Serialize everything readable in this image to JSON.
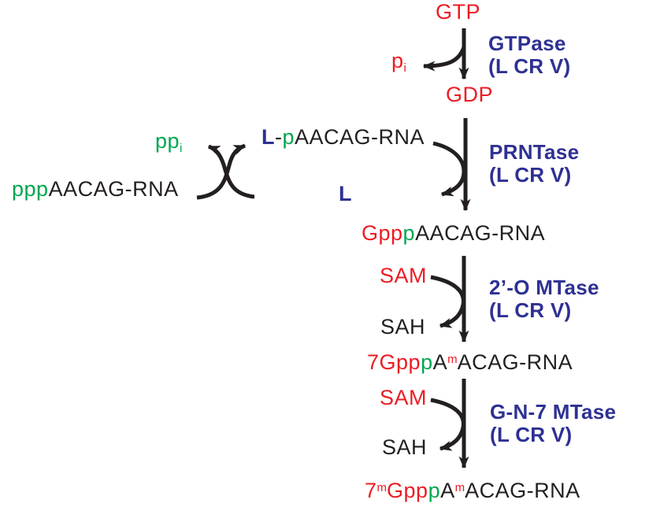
{
  "colors": {
    "ink": "#231f20",
    "red": "#ec1c24",
    "green": "#00a651",
    "blue": "#2e3192",
    "bg": "#ffffff"
  },
  "pathway": {
    "gtp": "GTP",
    "gdp": "GDP",
    "pi": {
      "base": "p",
      "sub": "i"
    },
    "ppi": {
      "base": "pp",
      "sub": "i"
    },
    "ppp_rna": {
      "ppp": "ppp",
      "rna": "AACAG-RNA"
    },
    "lp_rna": {
      "l": "L",
      "dash": "-",
      "p": "p",
      "rna": "AACAG-RNA"
    },
    "l_free": "L",
    "gppp_rna": {
      "gpp": "Gpp",
      "p": "p",
      "rna": "AACAG-RNA"
    },
    "sam1": "SAM",
    "sah1": "SAH",
    "sam2": "SAM",
    "sah2": "SAH",
    "cap0_rna": {
      "pre": "7Gpp",
      "p": "p",
      "a": "A",
      "m": "m",
      "rna": "ACAG-RNA"
    },
    "cap1_rna": {
      "seven": "7",
      "m1": "m",
      "gpp": "Gpp",
      "p": "p",
      "a": "A",
      "m2": "m",
      "rna": "ACAG-RNA"
    }
  },
  "enzymes": {
    "gtpase": {
      "name": "GTPase",
      "site": "(L CR V)"
    },
    "prntase": {
      "name": "PRNTase",
      "site": "(L CR V)"
    },
    "omtase": {
      "name": "2’-O MTase",
      "site": "(L CR V)"
    },
    "n7mtase": {
      "name": "G-N-7 MTase",
      "site": "(L CR V)"
    }
  }
}
